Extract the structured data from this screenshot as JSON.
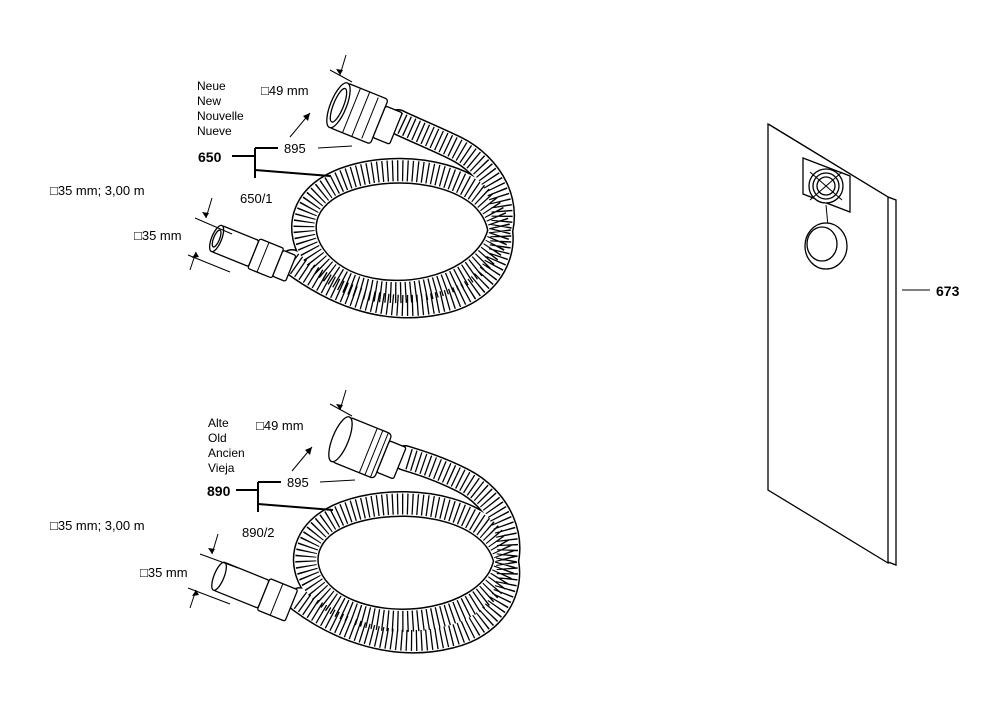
{
  "hose_new": {
    "notes": [
      "Neue",
      "New",
      "Nouvelle",
      "Nueve"
    ],
    "part_no": "650",
    "cuff_part_no": "895",
    "hose_part_no": "650/1",
    "large_end_dim": "□49 mm",
    "hose_spec": "□35 mm; 3,00 m",
    "small_end_dim": "□35 mm"
  },
  "hose_old": {
    "notes": [
      "Alte",
      "Old",
      "Ancien",
      "Vieja"
    ],
    "part_no": "890",
    "cuff_part_no": "895",
    "hose_part_no": "890/2",
    "large_end_dim": "□49 mm",
    "hose_spec": "□35 mm; 3,00 m",
    "small_end_dim": "□35 mm"
  },
  "filter_bag": {
    "part_no": "673"
  }
}
